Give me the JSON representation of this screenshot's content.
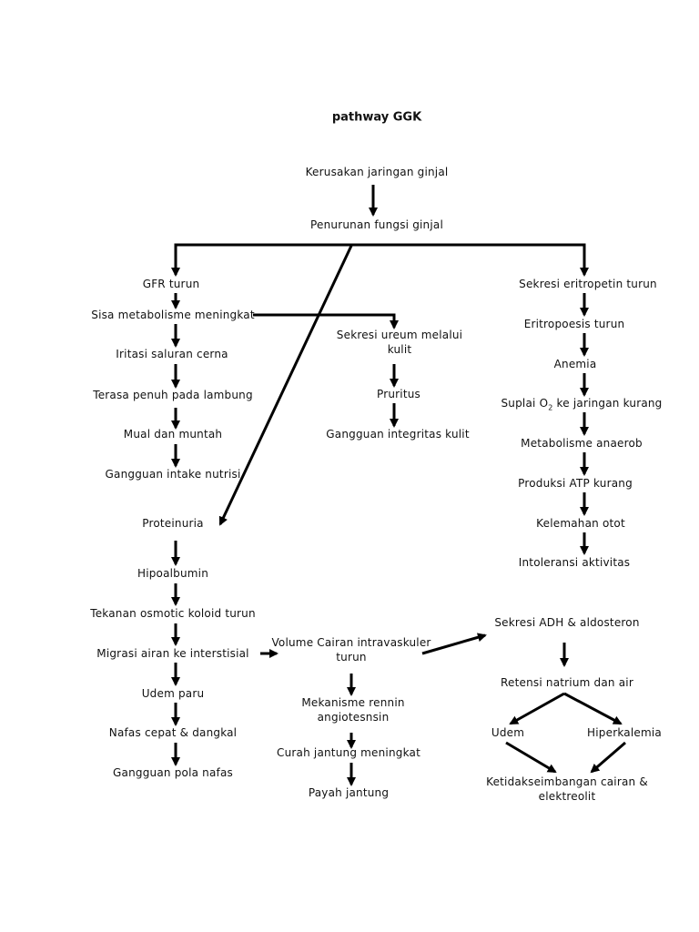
{
  "title": "pathway GGK",
  "nodes": {
    "kerusakan": "Kerusakan jaringan ginjal",
    "penurunan": "Penurunan fungsi ginjal",
    "gfr": "GFR turun",
    "sisa": "Sisa metabolisme meningkat",
    "iritasi": "Iritasi saluran cerna",
    "terasa": "Terasa penuh pada lambung",
    "mual": "Mual dan muntah",
    "intake": "Gangguan intake nutrisi",
    "sekresi_ureum_1": "Sekresi ureum melalui",
    "sekresi_ureum_2": "kulit",
    "pruritus": "Pruritus",
    "integritas": "Gangguan integritas kulit",
    "eritropetin": "Sekresi eritropetin turun",
    "eritropoesis": "Eritropoesis turun",
    "anemia": "Anemia",
    "suplai_pre": "Suplai O",
    "suplai_sub": "2",
    "suplai_post": " ke jaringan kurang",
    "anaerob": "Metabolisme anaerob",
    "atp": "Produksi ATP kurang",
    "kelemahan": "Kelemahan otot",
    "intoleransi": "Intoleransi aktivitas",
    "proteinuria": "Proteinuria",
    "hipoalbumin": "Hipoalbumin",
    "tekanan": "Tekanan osmotic koloid turun",
    "migrasi": "Migrasi airan ke interstisial",
    "udem_paru": "Udem paru",
    "nafas": "Nafas cepat & dangkal",
    "pola_nafas": "Gangguan pola nafas",
    "volume_1": "Volume Cairan intravaskuler",
    "volume_2": "turun",
    "rennin_1": "Mekanisme rennin",
    "rennin_2": "angiotesnsin",
    "curah": "Curah jantung meningkat",
    "payah": "Payah jantung",
    "adh": "Sekresi ADH & aldosteron",
    "retensi": "Retensi natrium dan air",
    "udem": "Udem",
    "hiperkalemia": "Hiperkalemia",
    "ketidak_1": "Ketidakseimbangan cairan &",
    "ketidak_2": "elektreolit"
  }
}
